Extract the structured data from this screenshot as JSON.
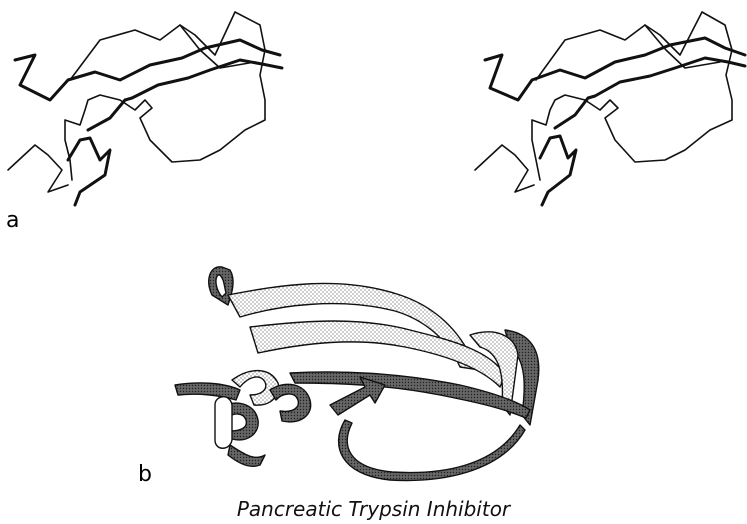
{
  "panel_a": {
    "label": "a",
    "description_layout": "stereo pair of C-alpha backbone traces"
  },
  "panel_b": {
    "label": "b"
  },
  "caption": "Pancreatic Trypsin Inhibitor",
  "colors": {
    "ink": "#111111",
    "paper": "#ffffff",
    "stipple": "#9a9a9a"
  }
}
